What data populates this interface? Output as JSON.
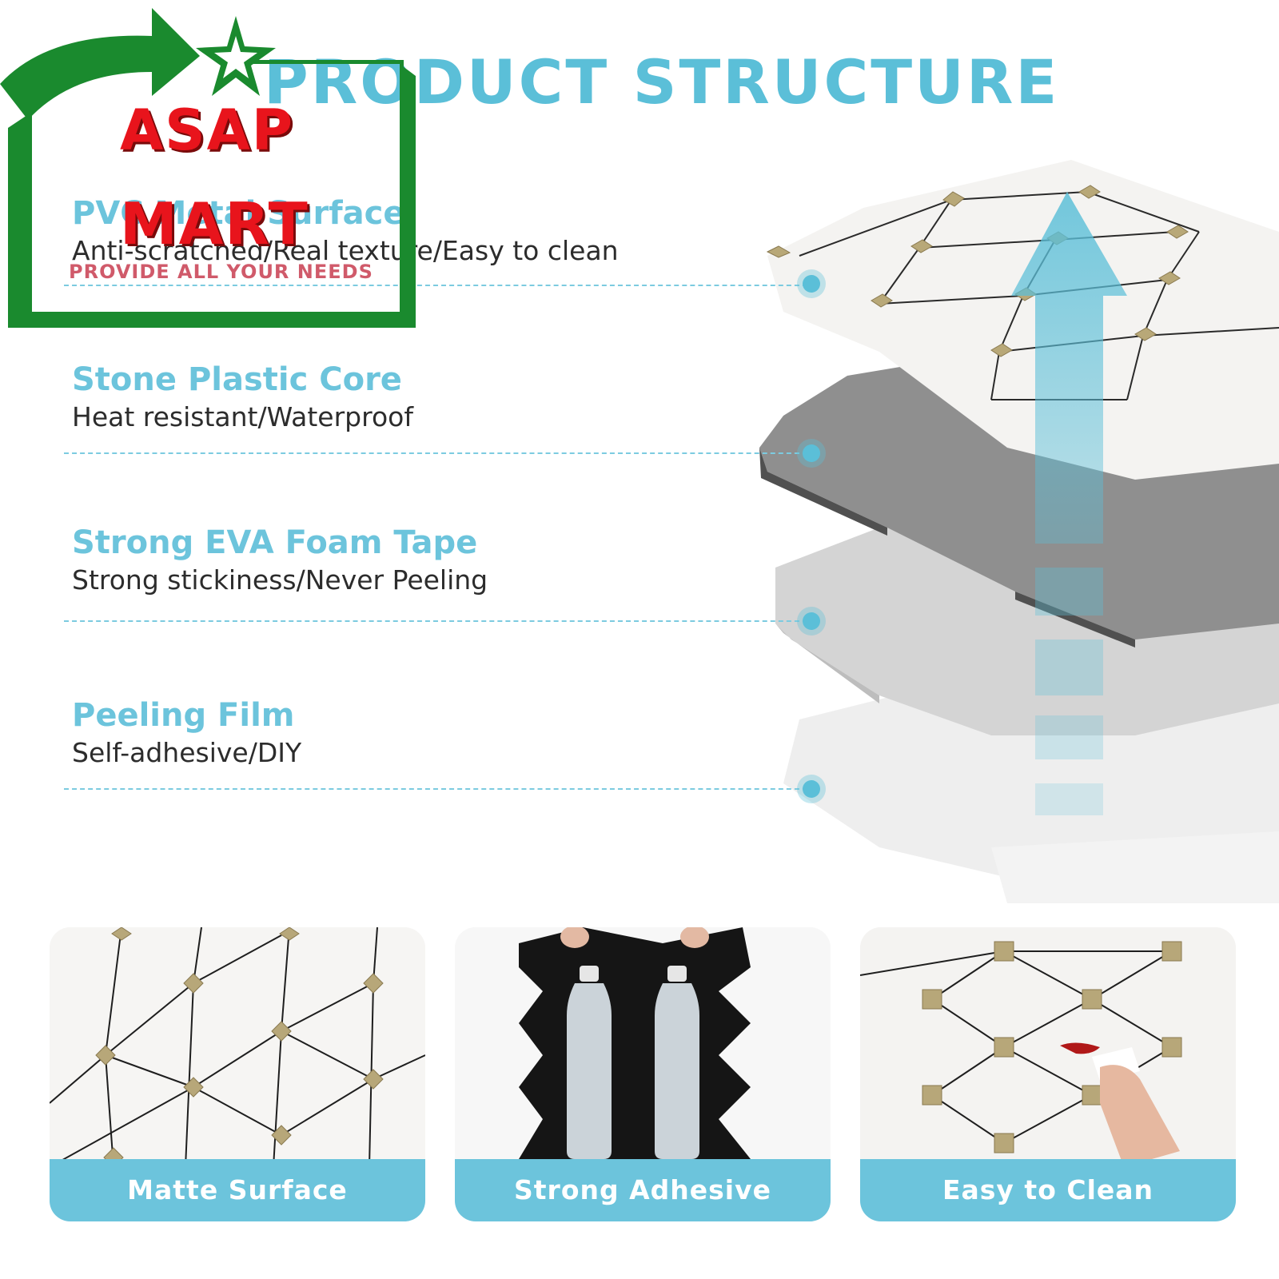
{
  "title": "PRODUCT STRUCTURE",
  "layers": [
    {
      "name": "PVC Metal Surface",
      "description": "Anti-scratched/Real texture/Easy to clean"
    },
    {
      "name": "Stone Plastic Core",
      "description": "Heat resistant/Waterproof"
    },
    {
      "name": "Strong EVA Foam Tape",
      "description": "Strong stickiness/Never Peeling"
    },
    {
      "name": "Peeling Film",
      "description": "Self-adhesive/DIY"
    }
  ],
  "features": [
    {
      "label": "Matte Surface"
    },
    {
      "label": "Strong Adhesive"
    },
    {
      "label": "Easy to Clean"
    }
  ],
  "logo": {
    "line1": "ASAP",
    "line2": "MART",
    "tagline": "PROVIDE ALL YOUR NEEDS"
  },
  "colors": {
    "accent": "#6cc4dc",
    "logo_green": "#1a8a2e",
    "logo_red": "#e8141c",
    "core_gray": "#8f8f8f",
    "foam_gray": "#d2d2d2"
  },
  "icons": [
    "arrow-up-icon",
    "layer-marker-dot-icon",
    "star-icon",
    "curved-arrow-icon"
  ]
}
